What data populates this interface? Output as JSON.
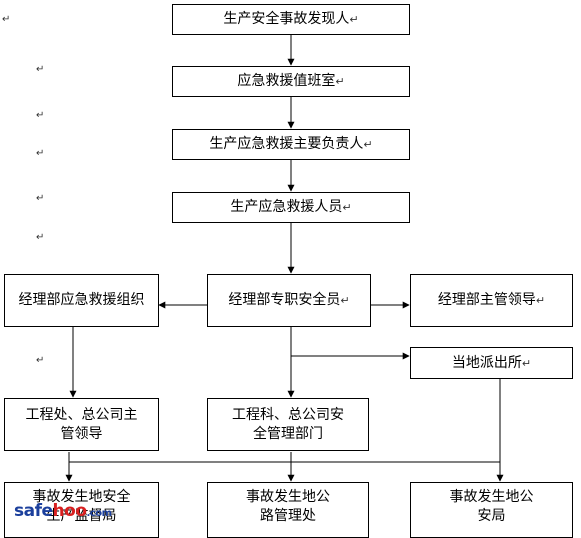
{
  "boxes": {
    "discoverer": "生产安全事故发现人",
    "duty_room": "应急救援值班室",
    "chief": "生产应急救援主要负责人",
    "rescue_staff": "生产应急救援人员",
    "rescue_group": "经理部应急救援组织",
    "safety_officer": "经理部专职安全员",
    "dept_leader": "经理部主管领导",
    "police_station": "当地派出所",
    "eng_office": "工程处、总公司主管领导",
    "eng_section": "工程科、总公司安全管理部门",
    "local_supervision": "事故发生地安全生产监督局",
    "road_authority": "事故发生地公路管理处",
    "public_security": "事故发生地公安局"
  },
  "return_mark": "↵",
  "watermark": {
    "text_a": "safe",
    "text_b": "hoo",
    "suffix": ".com"
  }
}
